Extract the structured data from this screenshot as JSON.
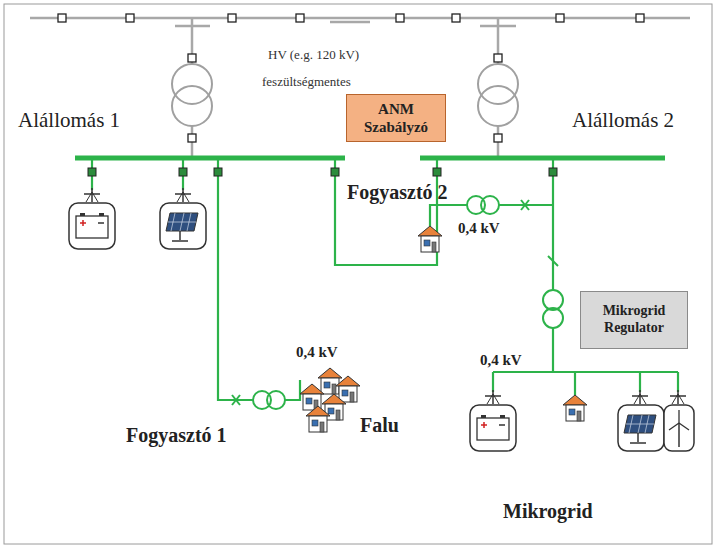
{
  "diagram": {
    "nodes": [
      {
        "text": [
          "ANM Szabályzó"
        ]
      },
      {
        "text": [
          "Mikrogrid Regulator"
        ]
      }
    ],
    "labels": [
      "HV (e.g. 120 kV)",
      "feszültségmentes",
      "Alállomás 1",
      "Alállomás 2",
      "Fogyasztó 2",
      "0,4 kV",
      "0,4 kV",
      "Fogyasztó 1",
      "Falu",
      "0,4 kV",
      "Mikrogrid"
    ]
  }
}
